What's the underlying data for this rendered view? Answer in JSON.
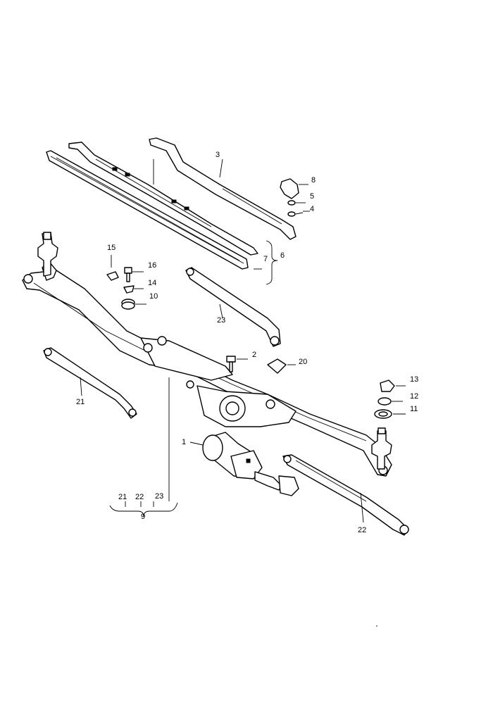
{
  "callouts": [
    {
      "id": "c1",
      "text": "1"
    },
    {
      "id": "c2",
      "text": "2"
    },
    {
      "id": "c3",
      "text": "3"
    },
    {
      "id": "c4",
      "text": "4"
    },
    {
      "id": "c5",
      "text": "5"
    },
    {
      "id": "c6",
      "text": "6"
    },
    {
      "id": "c7",
      "text": "7"
    },
    {
      "id": "c8",
      "text": "8"
    },
    {
      "id": "c9",
      "text": "9"
    },
    {
      "id": "c10",
      "text": "10"
    },
    {
      "id": "c11",
      "text": "11"
    },
    {
      "id": "c12",
      "text": "12"
    },
    {
      "id": "c13",
      "text": "13"
    },
    {
      "id": "c14",
      "text": "14"
    },
    {
      "id": "c15",
      "text": "15"
    },
    {
      "id": "c16",
      "text": "16"
    },
    {
      "id": "c20",
      "text": "20"
    },
    {
      "id": "c21a",
      "text": "21"
    },
    {
      "id": "c21b",
      "text": "21"
    },
    {
      "id": "c22a",
      "text": "22"
    },
    {
      "id": "c22b",
      "text": "22"
    },
    {
      "id": "c23a",
      "text": "23"
    },
    {
      "id": "c23b",
      "text": "23"
    }
  ]
}
